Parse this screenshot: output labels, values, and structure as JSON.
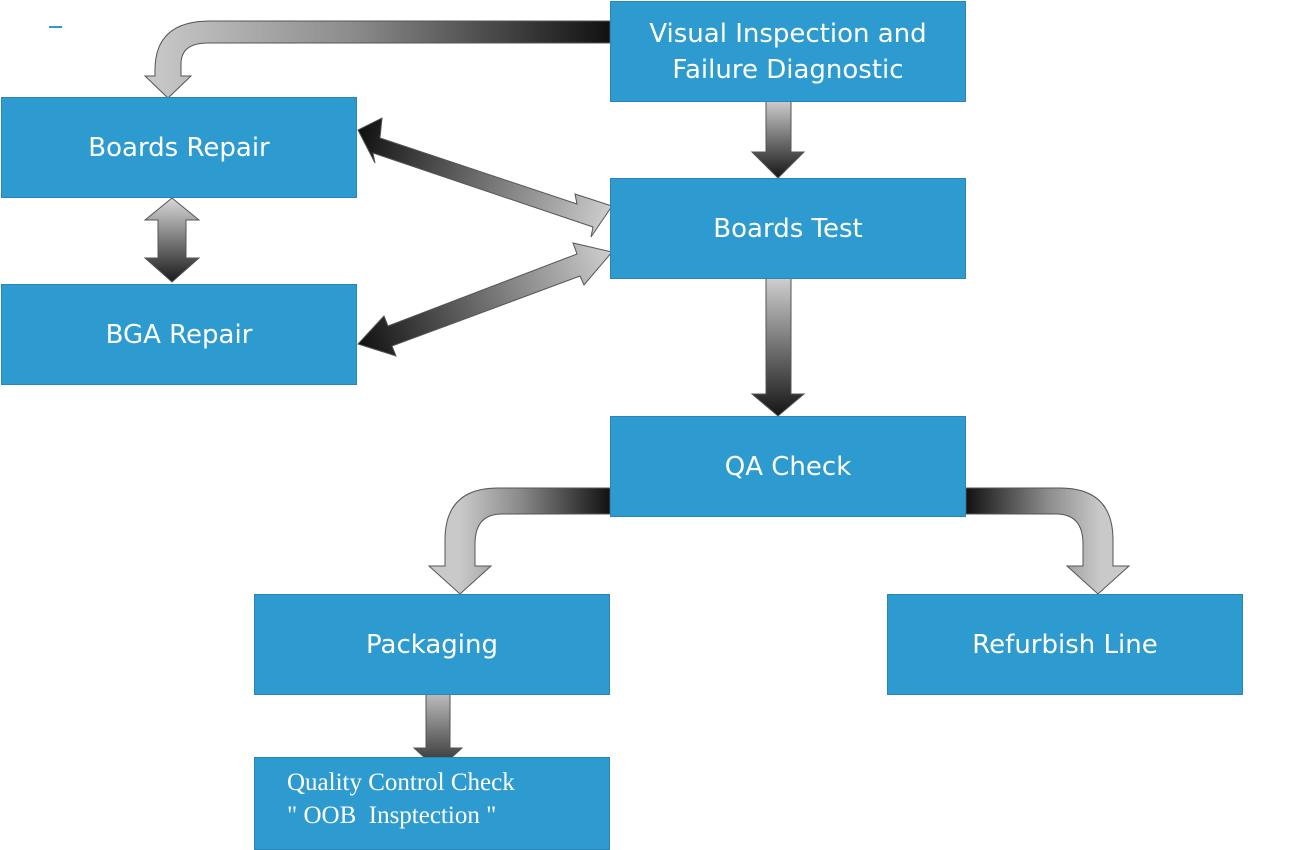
{
  "diagram": {
    "nodes": {
      "visual_inspection": "Visual Inspection and\nFailure Diagnostic",
      "boards_repair": "Boards Repair",
      "bga_repair": "BGA Repair",
      "boards_test": "Boards Test",
      "qa_check": "QA Check",
      "packaging": "Packaging",
      "refurbish_line": "Refurbish Line",
      "quality_control_line1": "Quality Control Check",
      "quality_control_line2": "\" OOB  Insptection \""
    },
    "colors": {
      "box_fill": "#2e9bd0",
      "box_text": "#ffffff",
      "arrow_light": "#c8c8c8",
      "arrow_dark": "#1a1a1a"
    }
  }
}
